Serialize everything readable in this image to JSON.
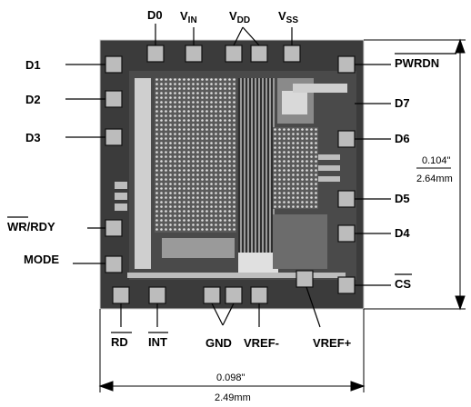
{
  "pins": {
    "top": {
      "d0": "D0",
      "vin_main": "V",
      "vin_sub": "IN",
      "vdd_main": "V",
      "vdd_sub": "DD",
      "vss_main": "V",
      "vss_sub": "SS"
    },
    "left": [
      "D1",
      "D2",
      "D3",
      "WR/RDY",
      "MODE"
    ],
    "right": [
      "PWRDN",
      "D7",
      "D6",
      "D5",
      "D4",
      "CS"
    ],
    "bottom": {
      "rd": "RD",
      "int": "INT",
      "gnd": "GND",
      "vref_minus": "VREF-",
      "vref_plus": "VREF+"
    }
  },
  "dimensions": {
    "height_in": "0.104\"",
    "height_mm": "2.64mm",
    "width_in": "0.098\"",
    "width_mm": "2.49mm"
  },
  "colors": {
    "die": "#3b3b3b",
    "pad": "#bcbcbc",
    "line": "#000000"
  }
}
